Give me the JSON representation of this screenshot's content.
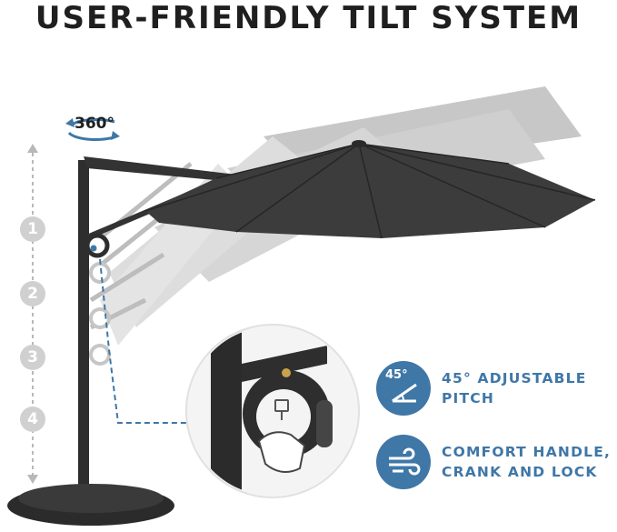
{
  "title": "USER-FRIENDLY TILT SYSTEM",
  "rotation": {
    "label": "360°",
    "icon": "rotate-arrows-icon"
  },
  "steps": [
    "1",
    "2",
    "3",
    "4"
  ],
  "features": [
    {
      "icon": "tilt-angle-icon",
      "badge_text": "45°",
      "line1": "45° ADJUSTABLE",
      "line2": "PITCH"
    },
    {
      "icon": "wind-icon",
      "line1": "COMFORT HANDLE,",
      "line2": "CRANK AND LOCK"
    }
  ],
  "colors": {
    "accent": "#3f77a7",
    "canopy": "#3a3a3a",
    "ghost": "#b8b8b8",
    "text": "#1f1f1f"
  }
}
